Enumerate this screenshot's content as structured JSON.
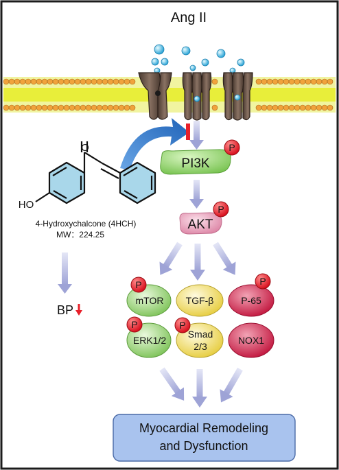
{
  "stimulus": "Ang II",
  "compound": {
    "hydroxyl_label": "HO",
    "carbonyl_label": "O",
    "name": "4-Hydroxychalcone (4HCH)",
    "mw": "MW：224.25"
  },
  "bp_label": "BP",
  "phospho_label": "P",
  "nodes": {
    "pi3k": "PI3K",
    "akt": "AKT",
    "mtor": "mTOR",
    "tgfb": "TGF-β",
    "p65": "P-65",
    "erk": "ERK1/2",
    "smad_line1": "Smad",
    "smad_line2": "2/3",
    "nox1": "NOX1"
  },
  "outcome": {
    "line1": "Myocardial Remodeling",
    "line2": "and Dysfunction"
  },
  "colors": {
    "membrane_yellow": "#e8ee3a",
    "channel": "#6b5548",
    "green_node": "#8fd16a",
    "pink_node": "#e8a0ba",
    "red_node": "#d4234a",
    "yellow_node": "#f3df5a",
    "phospho": "#e8202a",
    "arrow_gray": "#b9bde0",
    "blue_arrow": "#2f78c8",
    "outcome_box": "#a9c3ee"
  }
}
